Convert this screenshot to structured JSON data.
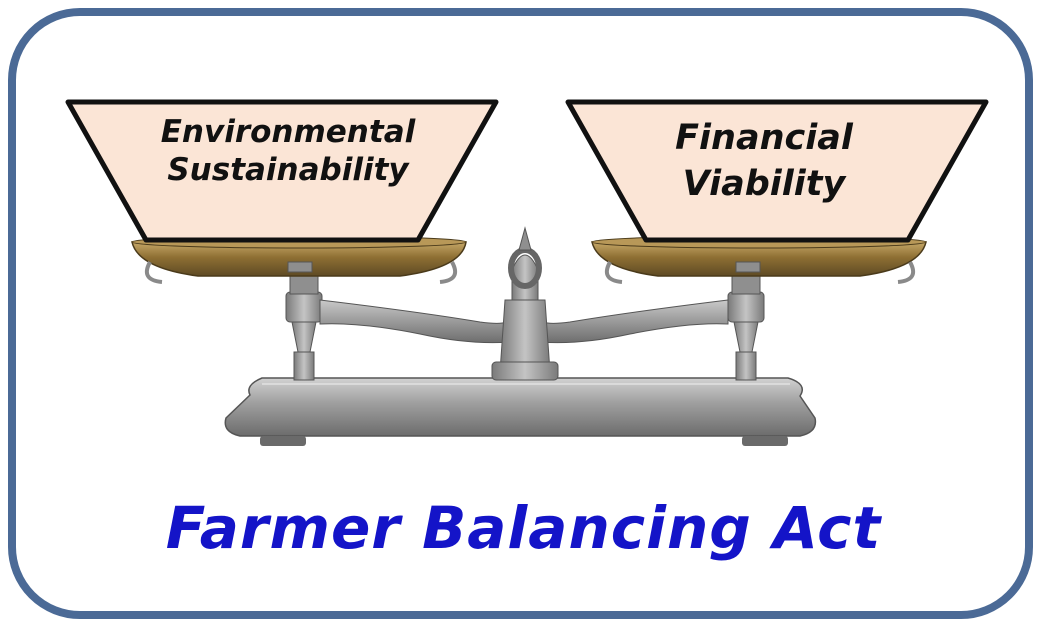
{
  "labels": {
    "left": [
      "Environmental",
      "Sustainability"
    ],
    "right": [
      "Financial",
      "Viability"
    ]
  },
  "caption": "Farmer Balancing Act",
  "colors": {
    "frame_border": "#4b6a96",
    "label_fill": "#fbe5d6",
    "label_border": "#111111",
    "caption_text": "#1414c8",
    "pan_brass": "#9a7c3e",
    "scale_metal": "#a9a9a9"
  }
}
